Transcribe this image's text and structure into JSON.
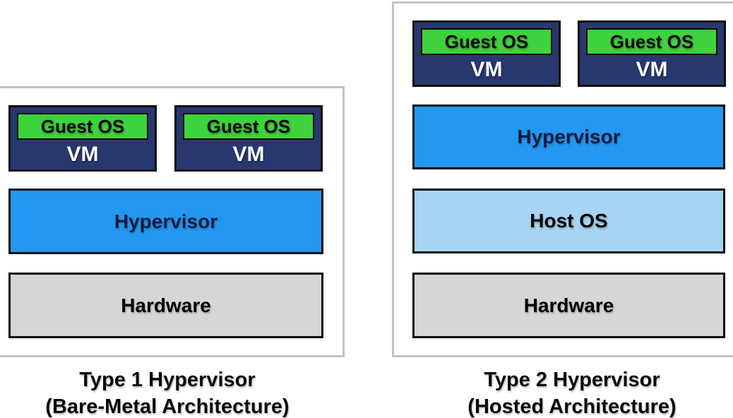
{
  "diagram": {
    "panels": [
      {
        "id": "type-1",
        "vms": [
          {
            "guest_os": "Guest OS",
            "vm": "VM"
          },
          {
            "guest_os": "Guest OS",
            "vm": "VM"
          }
        ],
        "layers": {
          "hypervisor": "Hypervisor",
          "hardware": "Hardware"
        },
        "caption": [
          "Type 1 Hypervisor",
          "(Bare-Metal Architecture)"
        ]
      },
      {
        "id": "type-2",
        "vms": [
          {
            "guest_os": "Guest OS",
            "vm": "VM"
          },
          {
            "guest_os": "Guest OS",
            "vm": "VM"
          }
        ],
        "layers": {
          "hypervisor": "Hypervisor",
          "host_os": "Host OS",
          "hardware": "Hardware"
        },
        "caption": [
          "Type 2 Hypervisor",
          "(Hosted Architecture)"
        ]
      }
    ],
    "colors": {
      "vm_body": "#28386f",
      "guest_os_fill": "#3ed23c",
      "hypervisor_fill": "#2497f0",
      "host_os_fill": "#a6d4f2",
      "hardware_fill": "#d6d6d5",
      "frame_border": "#c3c3c3",
      "box_border": "#0b0b0b",
      "vm_text": "#ffffff",
      "label_text": "#000000"
    }
  }
}
